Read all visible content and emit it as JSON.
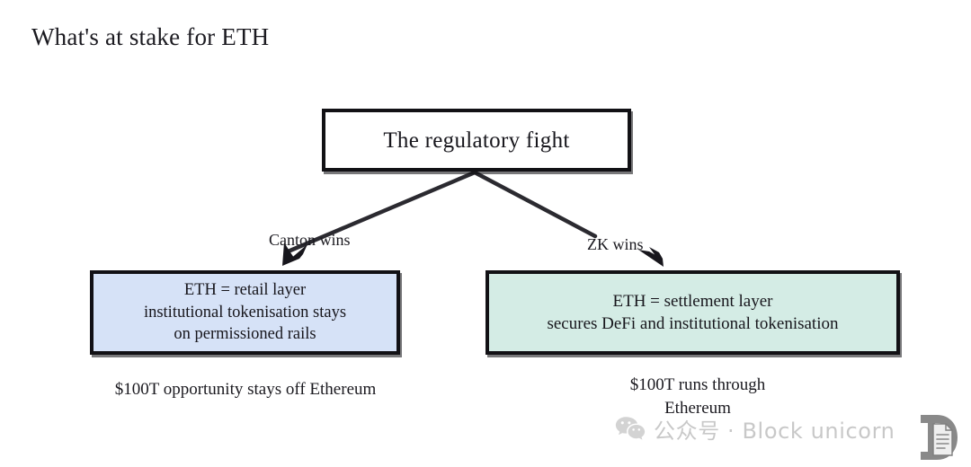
{
  "slide": {
    "title": "What's at stake for ETH",
    "background_color": "#ffffff"
  },
  "diagram": {
    "type": "flowchart",
    "root": {
      "label": "The regulatory fight",
      "fill_color": "#ffffff",
      "border_color": "#121115"
    },
    "branches": [
      {
        "edge_label": "Canton wins",
        "node_label": "ETH = retail layer\ninstitutional tokenisation stays\non permissioned rails",
        "caption": "$100T opportunity stays off Ethereum",
        "fill_color": "#d6e2f7"
      },
      {
        "edge_label": "ZK wins",
        "node_label": "ETH = settlement layer\nsecures DeFi and institutional tokenisation",
        "caption": "$100T runs through\nEthereum",
        "fill_color": "#d4ece5"
      }
    ]
  },
  "watermark": {
    "text": "公众号 · Block unicorn",
    "icon": "wechat-icon",
    "logo": "document-logo",
    "color": "#a8a8a8"
  }
}
